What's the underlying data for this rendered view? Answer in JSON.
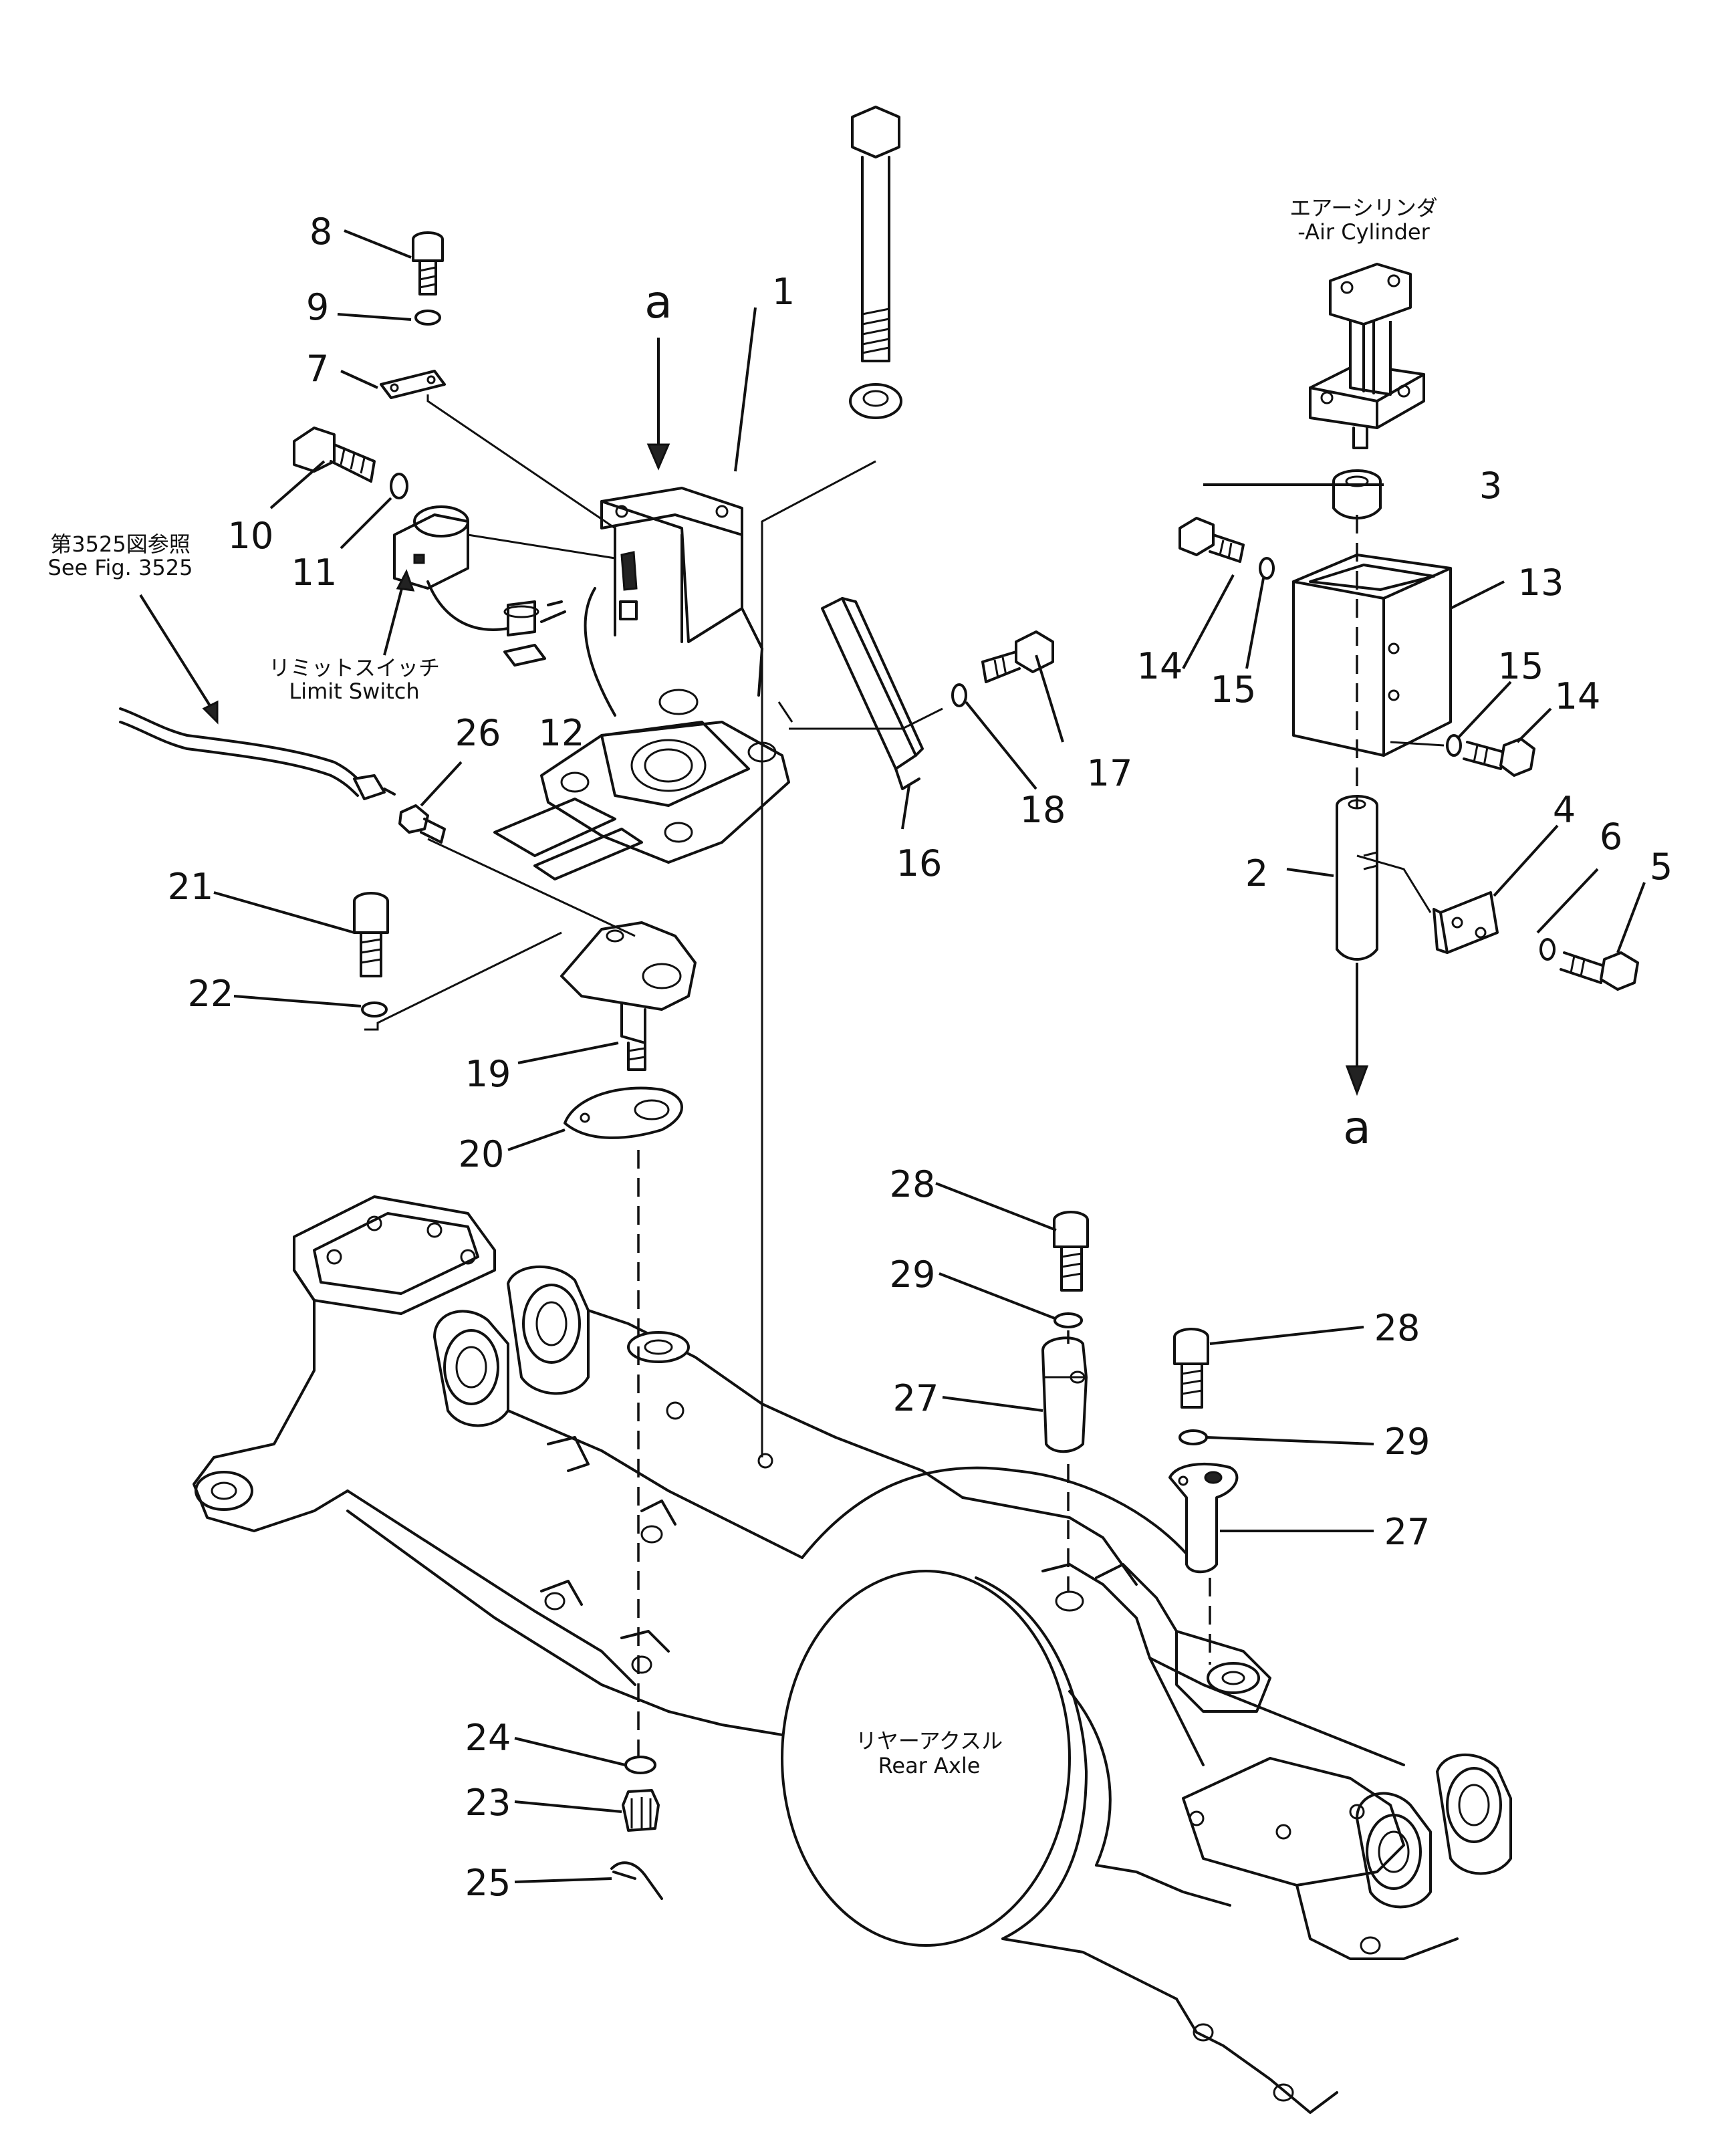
{
  "callouts": {
    "n1": "1",
    "n2": "2",
    "n3": "3",
    "n4": "4",
    "n5": "5",
    "n6": "6",
    "n7": "7",
    "n8": "8",
    "n9": "9",
    "n10": "10",
    "n11": "11",
    "n12": "12",
    "n13": "13",
    "n14a": "14",
    "n14b": "14",
    "n15a": "15",
    "n15b": "15",
    "n16": "16",
    "n17": "17",
    "n18": "18",
    "n19": "19",
    "n20": "20",
    "n21": "21",
    "n22": "22",
    "n23": "23",
    "n24": "24",
    "n25": "25",
    "n26": "26",
    "n27a": "27",
    "n27b": "27",
    "n28a": "28",
    "n28b": "28",
    "n29a": "29",
    "n29b": "29"
  },
  "view_markers": {
    "top": "a",
    "bottom": "a"
  },
  "labels": {
    "air_cylinder_jp": "エアーシリンダ",
    "air_cylinder_en": "-Air  Cylinder",
    "see_fig_jp": "第3525図参照",
    "see_fig_en": "See  Fig.  3525",
    "limit_switch_jp": "リミットスイッチ",
    "limit_switch_en": "Limit  Switch",
    "rear_axle_jp": "リヤーアクスル",
    "rear_axle_en": "Rear  Axle"
  }
}
